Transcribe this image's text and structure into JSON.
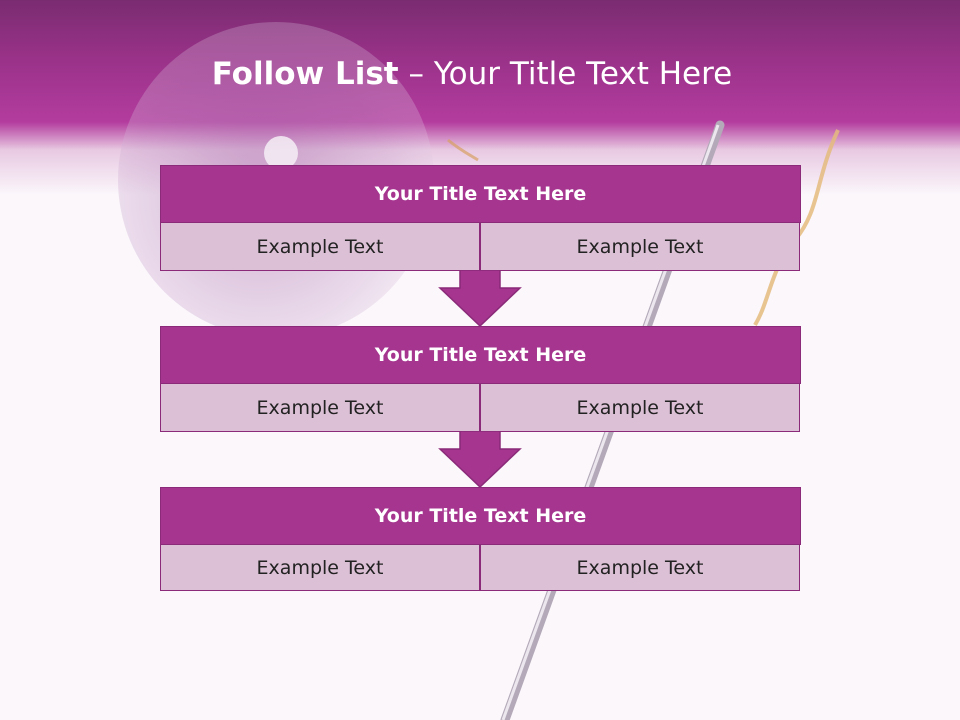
{
  "title": {
    "bold": "Follow List",
    "rest": "  – Your Title Text Here"
  },
  "rows": [
    {
      "title": "Your Title Text Here",
      "left": "Example Text",
      "right": "Example Text"
    },
    {
      "title": "Your Title Text Here",
      "left": "Example Text",
      "right": "Example Text"
    },
    {
      "title": "Your Title Text Here",
      "left": "Example Text",
      "right": "Example Text"
    }
  ],
  "colors": {
    "header": "#9a3289",
    "box_title": "#a5358f",
    "box_cell": "#dcc0d6",
    "arrow": "#a5358f"
  }
}
